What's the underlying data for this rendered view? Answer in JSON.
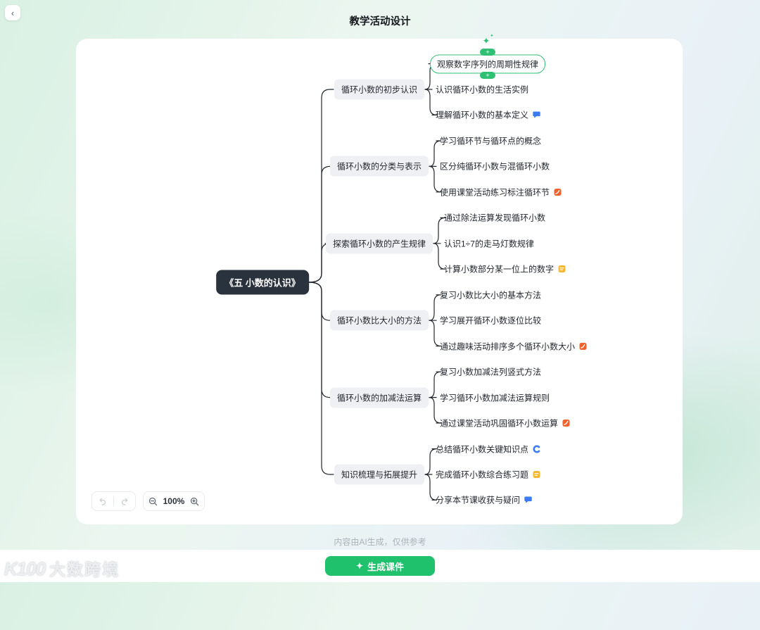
{
  "header": {
    "title": "教学活动设计",
    "back_icon": "‹"
  },
  "mindmap": {
    "root": "《五 小数的认识》",
    "add_button_label": "+",
    "branches": [
      {
        "label": "循环小数的初步认识",
        "leaves": [
          {
            "label": "观察数字序列的周期性规律",
            "selected": true
          },
          {
            "label": "认识循环小数的生活实例"
          },
          {
            "label": "理解循环小数的基本定义",
            "icon": "discussion"
          }
        ]
      },
      {
        "label": "循环小数的分类与表示",
        "leaves": [
          {
            "label": "学习循环节与循环点的概念"
          },
          {
            "label": "区分纯循环小数与混循环小数"
          },
          {
            "label": "使用课堂活动练习标注循环节",
            "icon": "activity"
          }
        ]
      },
      {
        "label": "探索循环小数的产生规律",
        "leaves": [
          {
            "label": "通过除法运算发现循环小数"
          },
          {
            "label": "认识1÷7的走马灯数规律"
          },
          {
            "label": "计算小数部分某一位上的数字",
            "icon": "exercise"
          }
        ]
      },
      {
        "label": "循环小数比大小的方法",
        "leaves": [
          {
            "label": "复习小数比大小的基本方法"
          },
          {
            "label": "学习展开循环小数逐位比较"
          },
          {
            "label": "通过趣味活动排序多个循环小数大小",
            "icon": "activity"
          }
        ]
      },
      {
        "label": "循环小数的加减法运算",
        "leaves": [
          {
            "label": "复习小数加减法列竖式方法"
          },
          {
            "label": "学习循环小数加减法运算规则"
          },
          {
            "label": "通过课堂活动巩固循环小数运算",
            "icon": "activity"
          }
        ]
      },
      {
        "label": "知识梳理与拓展提升",
        "leaves": [
          {
            "label": "总结循环小数关键知识点",
            "icon": "summary"
          },
          {
            "label": "完成循环小数综合练习题",
            "icon": "exercise"
          },
          {
            "label": "分享本节课收获与疑问",
            "icon": "discussion"
          }
        ]
      }
    ]
  },
  "toolbar": {
    "zoom_level": "100%"
  },
  "footer": {
    "disclaimer": "内容由AI生成，仅供参考",
    "generate_label": "生成课件",
    "generate_icon": "✦",
    "watermark_logo": "K100",
    "watermark": "大数跨境"
  },
  "colors": {
    "accent": "#1fc16d",
    "selected_border": "#2fc074",
    "root_bg": "#2a323e",
    "branch_bg": "#eef0f4",
    "line": "#23272e",
    "discussion_icon": "#3b7cf6",
    "activity_icon": "#f0632c",
    "exercise_icon": "#f6b831",
    "summary_icon": "#3b7cf6"
  }
}
